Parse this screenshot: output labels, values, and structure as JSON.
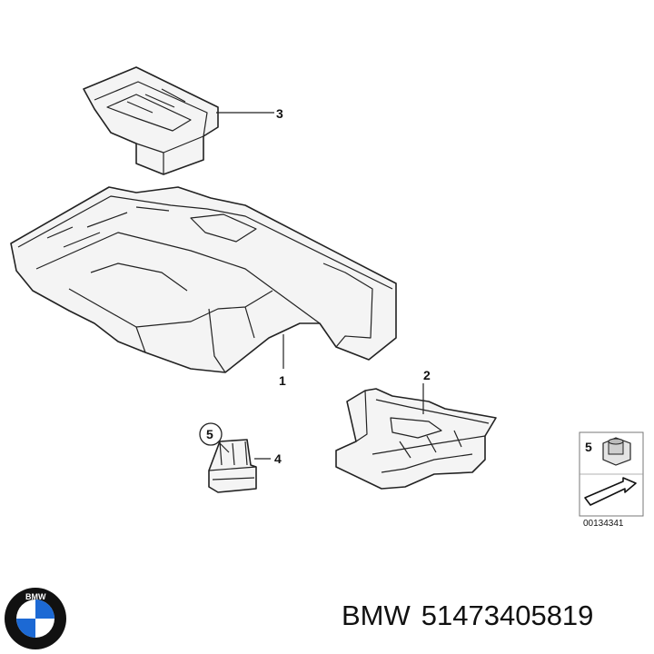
{
  "callouts": {
    "c1": "1",
    "c2": "2",
    "c3": "3",
    "c4": "4",
    "c5": "5",
    "legend_number": "5"
  },
  "reference_code": "00134341",
  "caption": {
    "brand": "BMW",
    "part_number": "51473405819"
  },
  "logo": {
    "icon": "bmw-roundel-icon",
    "text": "BMW",
    "colors": {
      "blue": "#1c69d4",
      "ring": "#111111",
      "white": "#ffffff"
    }
  }
}
